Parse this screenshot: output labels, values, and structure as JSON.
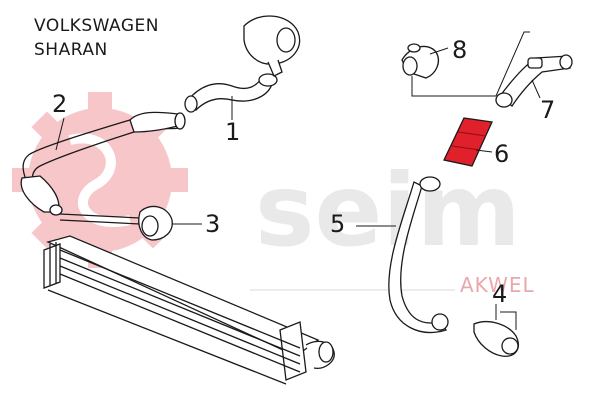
{
  "title": {
    "line1": "VOLKSWAGEN",
    "line2": "SHARAN"
  },
  "parts": [
    {
      "number": "1"
    },
    {
      "number": "2"
    },
    {
      "number": "3"
    },
    {
      "number": "4"
    },
    {
      "number": "5"
    },
    {
      "number": "6"
    },
    {
      "number": "7"
    },
    {
      "number": "8"
    }
  ],
  "highlighted_part": "6",
  "watermark": {
    "brand": "seim",
    "sub_brand": "AKWEL"
  },
  "colors": {
    "highlight": "#e0202a",
    "line": "#1a1a1a",
    "logo_pink": "#f7c6c9",
    "watermark_grey": "#e9e9e9"
  }
}
